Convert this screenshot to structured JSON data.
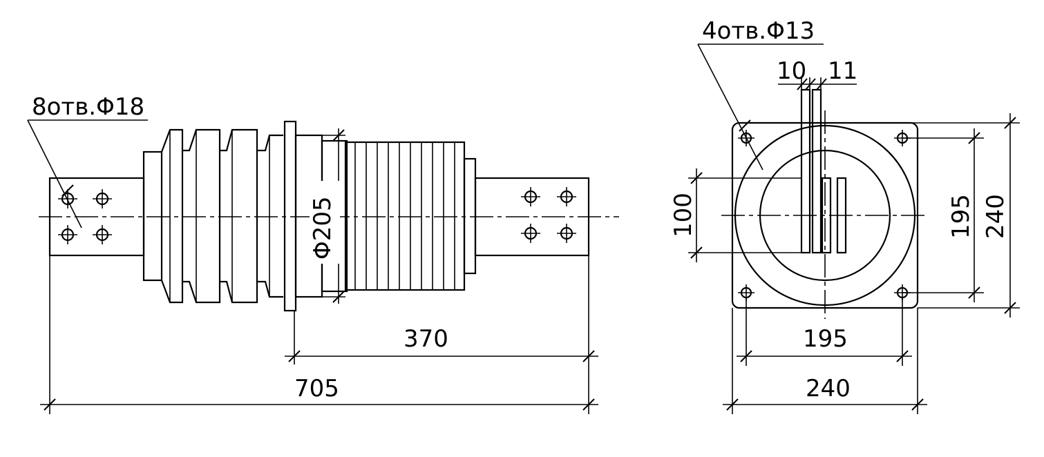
{
  "side_view": {
    "holes_note": "8отв.Φ18",
    "diameter": "Φ205",
    "dim_370": "370",
    "dim_705": "705"
  },
  "end_view": {
    "holes_note": "4отв.Φ13",
    "dim_10": "10",
    "dim_11": "11",
    "dim_100": "100",
    "dim_195_vertical": "195",
    "dim_240_vertical": "240",
    "dim_195_horizontal": "195",
    "dim_240_horizontal": "240"
  }
}
